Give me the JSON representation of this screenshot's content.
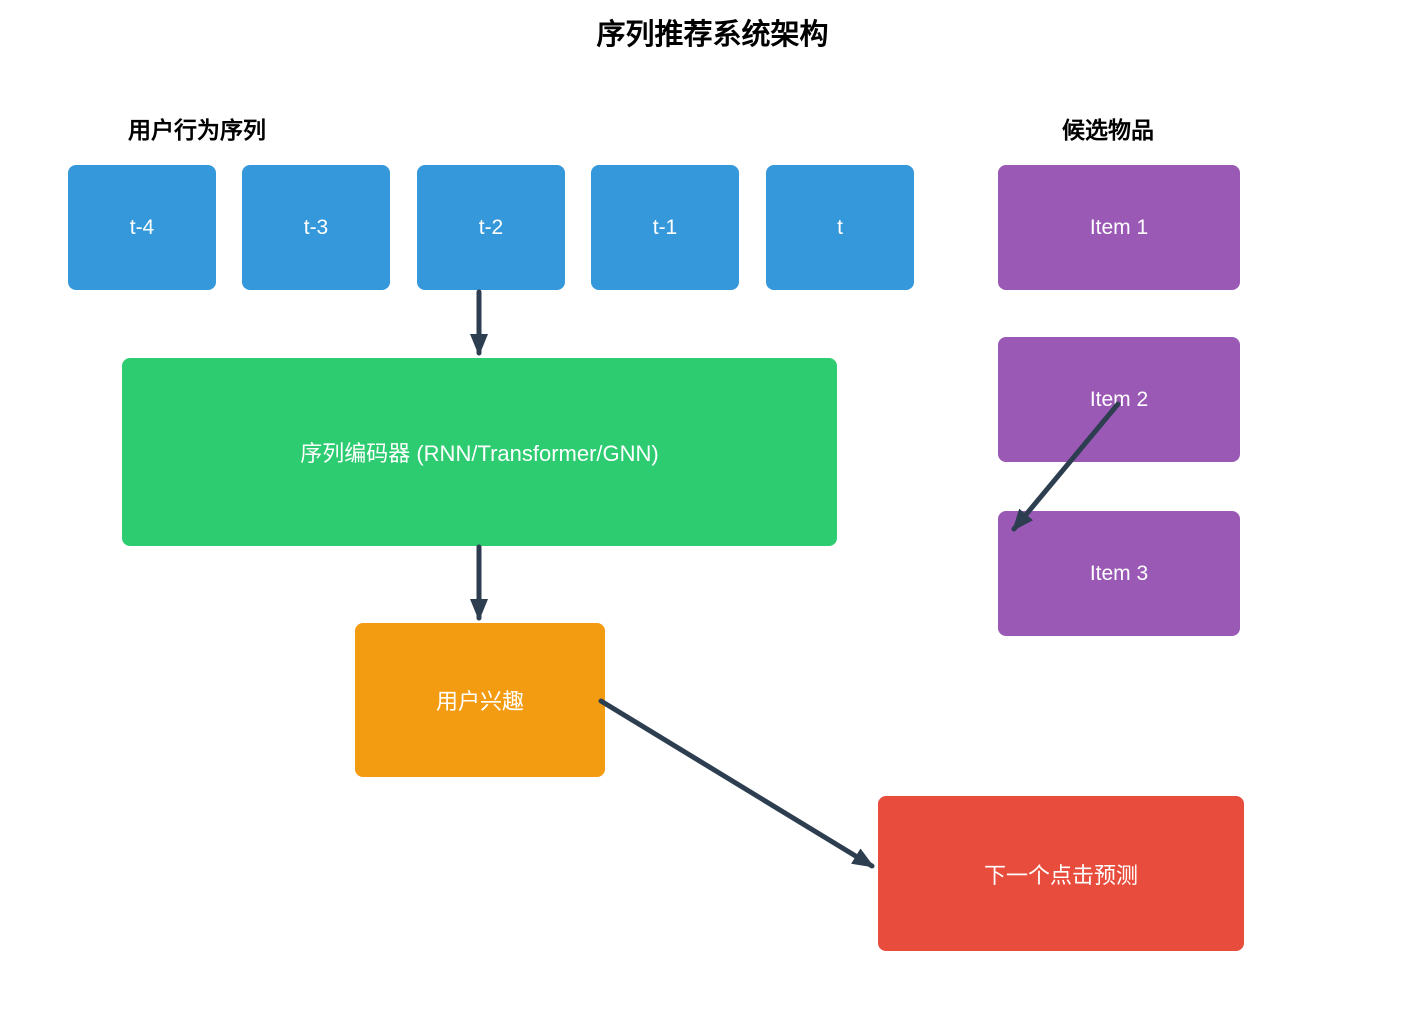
{
  "title": "序列推荐系统架构",
  "groups": {
    "sequence_label": "用户行为序列",
    "candidate_label": "候选物品"
  },
  "sequence_steps": [
    "t-4",
    "t-3",
    "t-2",
    "t-1",
    "t"
  ],
  "candidate_items": [
    "Item 1",
    "Item 2",
    "Item 3"
  ],
  "nodes": {
    "encoder_label": "序列编码器 (RNN/Transformer/GNN)",
    "user_interest_label": "用户兴趣",
    "prediction_label": "下一个点击预测"
  },
  "colors": {
    "sequence_box": "#3498db",
    "candidate_box": "#9b59b6",
    "encoder_box": "#2ecc71",
    "interest_box": "#f39c12",
    "prediction_box": "#e74c3c",
    "arrow": "#2c3e50",
    "label_text": "#000000",
    "node_text": "#ffffff"
  }
}
